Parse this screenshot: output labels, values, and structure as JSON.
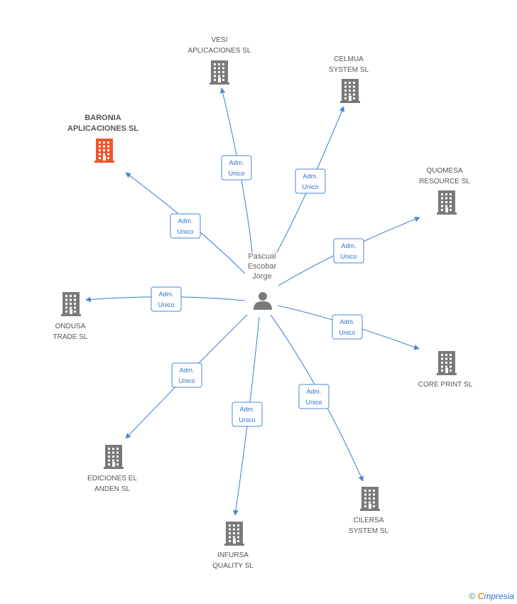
{
  "center": {
    "lines": [
      "Pascual",
      "Escobar",
      "Jorge"
    ]
  },
  "colors": {
    "edge": "#4a86d4",
    "building": "#7a7a7a",
    "highlight": "#f0562a"
  },
  "companies": [
    {
      "id": "vesi",
      "lines": [
        "VESI",
        "APLICACIONES SL"
      ],
      "relation": [
        "Adm.",
        "Unico"
      ],
      "highlight": false
    },
    {
      "id": "celmua",
      "lines": [
        "CELMUA",
        "SYSTEM SL"
      ],
      "relation": [
        "Adm.",
        "Unico"
      ],
      "highlight": false
    },
    {
      "id": "baronia",
      "lines": [
        "BARONIA",
        "APLICACIONES SL"
      ],
      "relation": [
        "Adm.",
        "Unico"
      ],
      "highlight": true
    },
    {
      "id": "quomesa",
      "lines": [
        "QUOMESA",
        "RESOURCE SL"
      ],
      "relation": [
        "Adm.",
        "Unico"
      ],
      "highlight": false
    },
    {
      "id": "ondusa",
      "lines": [
        "ONDUSA",
        "TRADE SL"
      ],
      "relation": [
        "Adm.",
        "Unico"
      ],
      "highlight": false
    },
    {
      "id": "coreprint",
      "lines": [
        "CORE PRINT  SL"
      ],
      "relation": [
        "Adm.",
        "Unico"
      ],
      "highlight": false
    },
    {
      "id": "ediciones",
      "lines": [
        "EDICIONES EL",
        "ANDEN SL"
      ],
      "relation": [
        "Adm.",
        "Unico"
      ],
      "highlight": false
    },
    {
      "id": "cilersa",
      "lines": [
        "CILERSA",
        "SYSTEM SL"
      ],
      "relation": [
        "Adm.",
        "Unico"
      ],
      "highlight": false
    },
    {
      "id": "infursa",
      "lines": [
        "INFURSA",
        "QUALITY SL"
      ],
      "relation": [
        "Adm.",
        "Unico"
      ],
      "highlight": false
    }
  ],
  "footer": {
    "copyright": "©",
    "brand_first": "C",
    "brand_rest": "mpresia"
  }
}
